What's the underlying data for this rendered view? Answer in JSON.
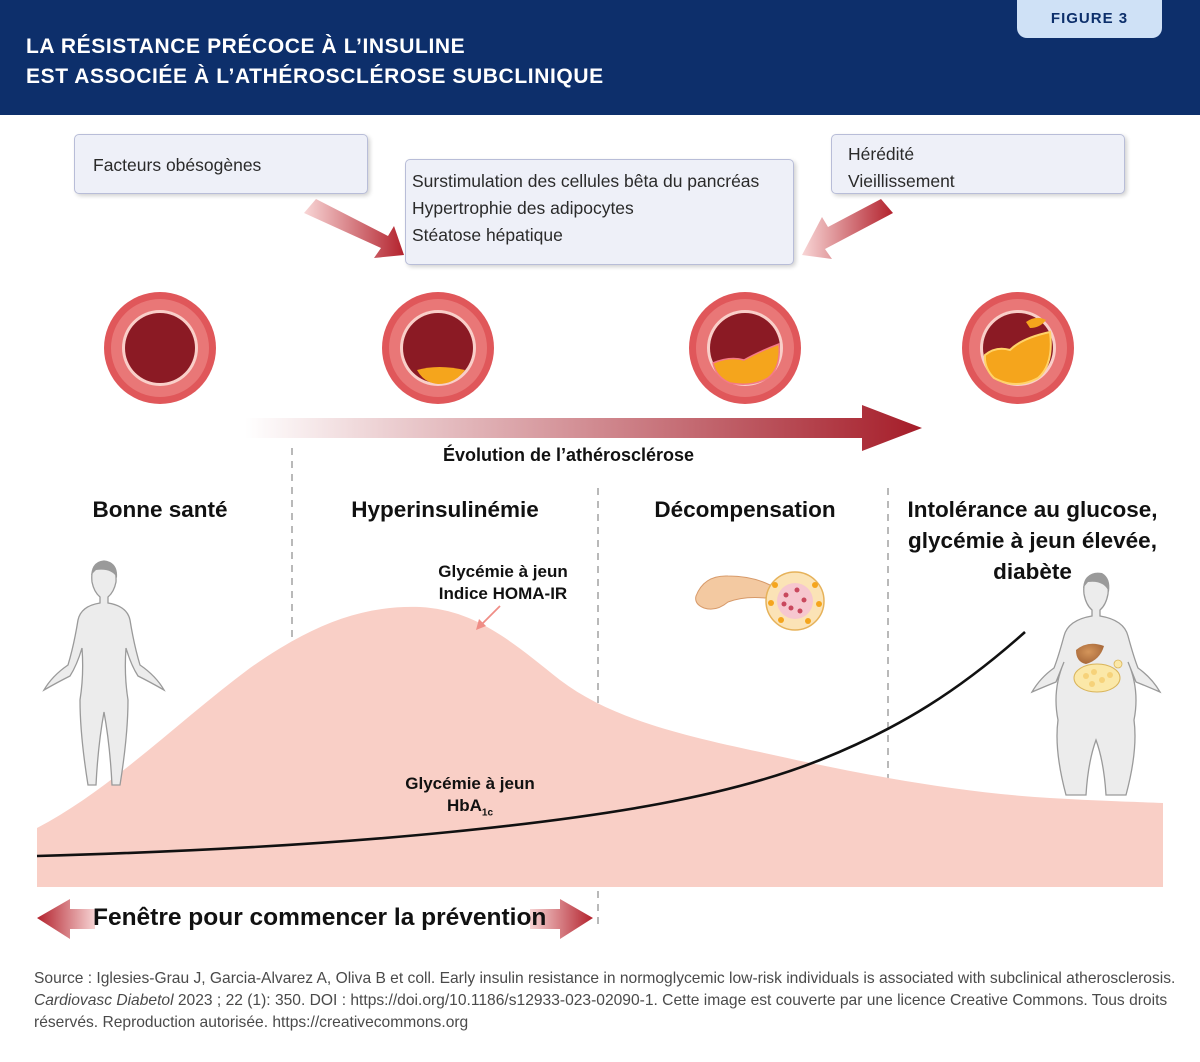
{
  "header": {
    "title_line1": "LA RÉSISTANCE PRÉCOCE À L’INSULINE",
    "title_line2": "EST ASSOCIÉE À L’ATHÉROSCLÉROSE SUBCLINIQUE",
    "badge": "FIGURE 3",
    "background_color": "#0d2f6b"
  },
  "factors": {
    "left": [
      "Facteurs obésogènes"
    ],
    "center": [
      "Surstimulation des cellules bêta du pancréas",
      "Hypertrophie des adipocytes",
      "Stéatose hépatique"
    ],
    "right": [
      "Hérédité",
      "Vieillissement"
    ]
  },
  "evolution_label": "Évolution de l’athérosclérose",
  "stages": [
    "Bonne santé",
    "Hyperinsulinémie",
    "Décompensation"
  ],
  "stage4": {
    "line1": "Intolérance au glucose,",
    "line2": "glycémie à jeun élevée,",
    "line3": "diabète"
  },
  "curves": {
    "insulin_label_line1": "Glycémie à jeun",
    "insulin_label_line2": "Indice HOMA-IR",
    "glucose_label_line1": "Glycémie à jeun",
    "glucose_label_main": "HbA",
    "glucose_label_sub": "1c",
    "area_color": "#f9cfc6",
    "line_color": "#111111"
  },
  "prevention_window": "Fenêtre pour commencer la prévention",
  "source": {
    "prefix": "Source : Iglesies-Grau J, Garcia-Alvarez A, Oliva B et coll. Early insulin resistance in normoglycemic low-risk individuals is associated with subclinical atherosclerosis. ",
    "journal": "Cardiovasc Diabetol",
    "suffix": " 2023 ; 22 (1): 350. DOI : https://doi.org/10.1186/s12933-023-02090-1. Cette image est couverte par une licence Creative Commons. Tous droits réservés. Reproduction autorisée. https://creativecommons.org"
  },
  "colors": {
    "vessel_outer": "#e0575a",
    "vessel_lumen": "#8b1a24",
    "plaque": "#f5a51c",
    "arrow": "#b0222c"
  }
}
